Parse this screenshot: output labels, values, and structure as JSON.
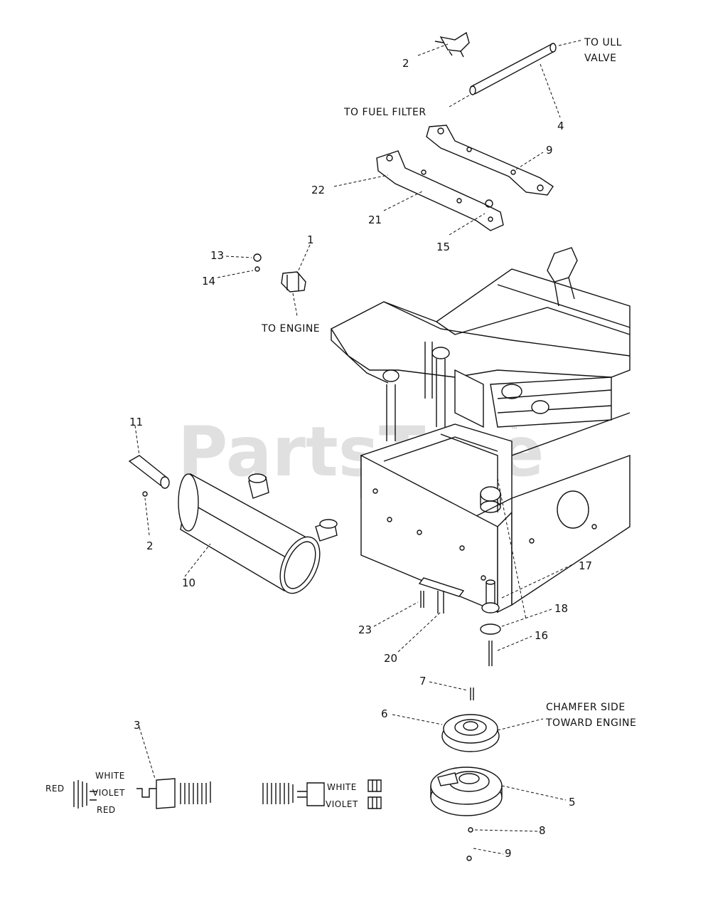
{
  "watermark": {
    "text": "PartsTree",
    "tm": "™"
  },
  "notes": {
    "to_pull_valve_1": "TO   ULL",
    "to_pull_valve_2": "VALVE",
    "to_fuel_filter": "TO FUEL FILTER",
    "to_engine": "TO ENGINE",
    "chamfer_1": "CHAMFER SIDE",
    "chamfer_2": "TOWARD ENGINE"
  },
  "wires": {
    "left_red": "RED",
    "left_white": "WHITE",
    "left_violet": "VIOLET",
    "left_red2": "RED",
    "right_white": "WHITE",
    "right_violet": "VIOLET"
  },
  "callouts": {
    "c2_top": "2",
    "c4": "4",
    "c9_top": "9",
    "c22": "22",
    "c21": "21",
    "c15": "15",
    "c13": "13",
    "c14": "14",
    "c1": "1",
    "c11": "11",
    "c2_mid": "2",
    "c10": "10",
    "c17": "17",
    "c18": "18",
    "c16": "16",
    "c23": "23",
    "c20": "20",
    "c7": "7",
    "c6": "6",
    "c3": "3",
    "c5": "5",
    "c8": "8",
    "c9_bot": "9"
  }
}
